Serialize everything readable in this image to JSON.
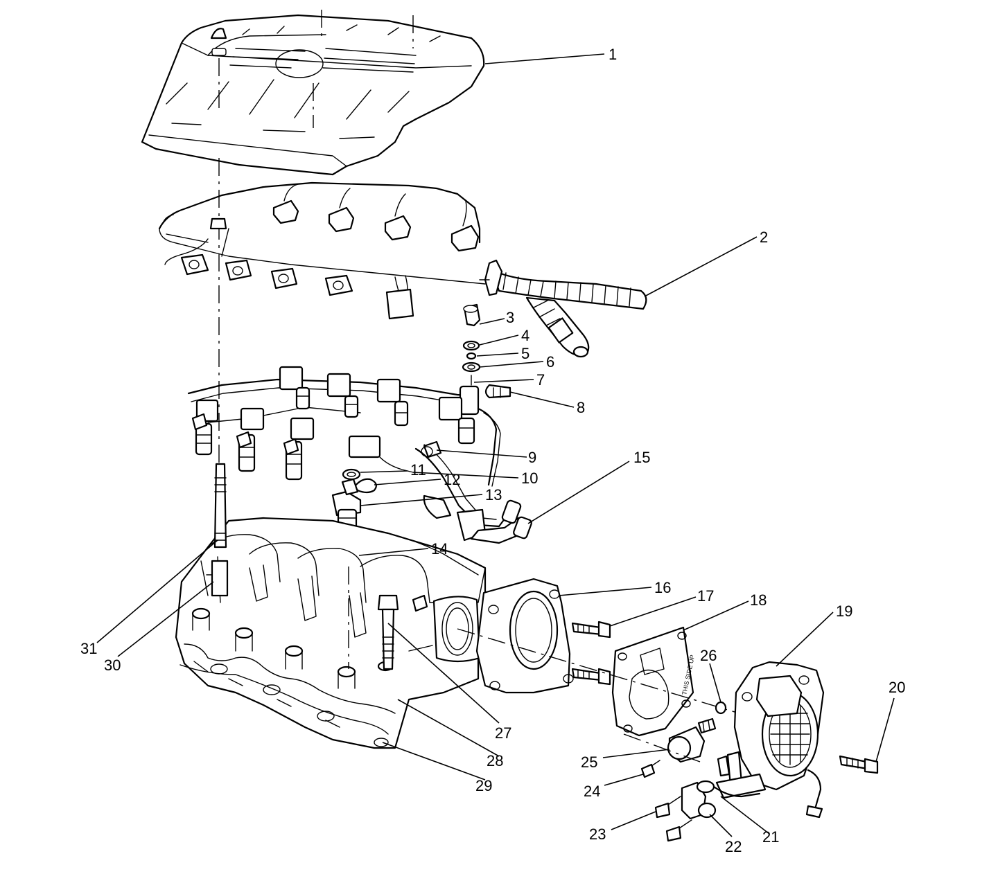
{
  "callouts": [
    "1",
    "2",
    "3",
    "4",
    "5",
    "6",
    "7",
    "8",
    "9",
    "10",
    "11",
    "12",
    "13",
    "14",
    "15",
    "16",
    "17",
    "18",
    "19",
    "20",
    "21",
    "22",
    "23",
    "24",
    "25",
    "26",
    "27",
    "28",
    "29",
    "30",
    "31"
  ],
  "gasket_text": "THIS SIDE UP"
}
